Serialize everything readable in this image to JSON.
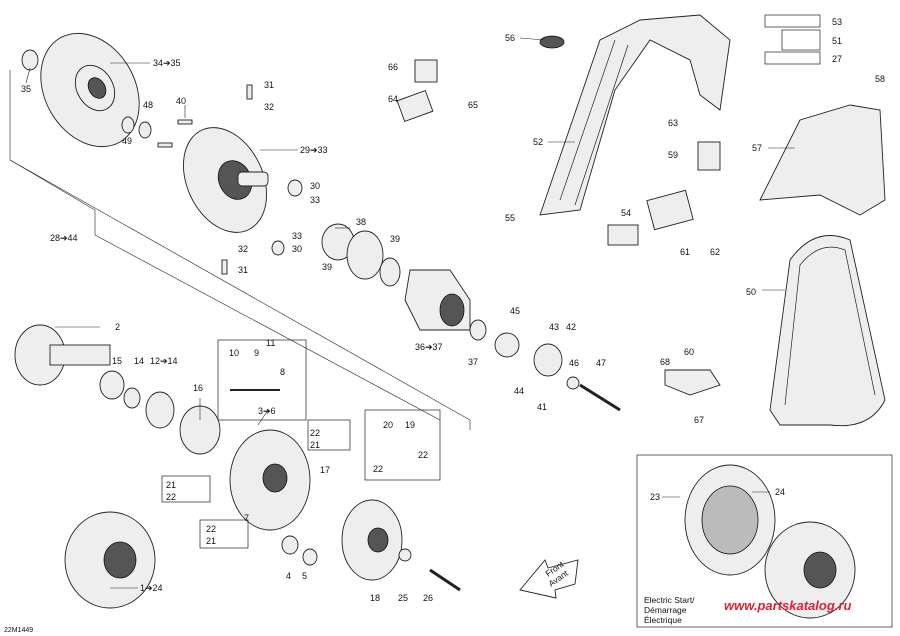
{
  "diagram_code": "22M1449",
  "watermark": "www.partskatalog.ru",
  "direction": {
    "line1": "Front",
    "line2": "Avant"
  },
  "inset_caption": {
    "line1": "Electric Start/",
    "line2": "Démarrage",
    "line3": "Électrique"
  },
  "labels": {
    "l1_24": "1➔24",
    "l2": "2",
    "l3_6": "3➔6",
    "l4": "4",
    "l5": "5",
    "l7": "7",
    "l8": "8",
    "l9": "9",
    "l10": "10",
    "l11": "11",
    "l12_14": "12➔14",
    "l14": "14",
    "l15": "15",
    "l16": "16",
    "l17": "17",
    "l18": "18",
    "l19": "19",
    "l20": "20",
    "l21a": "21",
    "l21b": "21",
    "l21c": "21",
    "l22a": "22",
    "l22b": "22",
    "l22c": "22",
    "l22d": "22",
    "l22e": "22",
    "l23": "23",
    "l24": "24",
    "l25": "25",
    "l26": "26",
    "l27": "27",
    "l28_44": "28➔44",
    "l29_33": "29➔33",
    "l30a": "30",
    "l30b": "30",
    "l31a": "31",
    "l31b": "31",
    "l32a": "32",
    "l32b": "32",
    "l33a": "33",
    "l33b": "33",
    "l34_35": "34➔35",
    "l35": "35",
    "l36_37": "36➔37",
    "l37": "37",
    "l38": "38",
    "l39a": "39",
    "l39b": "39",
    "l40": "40",
    "l41": "41",
    "l42": "42",
    "l43": "43",
    "l44": "44",
    "l45": "45",
    "l46": "46",
    "l47": "47",
    "l48": "48",
    "l49": "49",
    "l50": "50",
    "l51": "51",
    "l52": "52",
    "l53": "53",
    "l54": "54",
    "l55": "55",
    "l56": "56",
    "l57": "57",
    "l58": "58",
    "l59": "59",
    "l60": "60",
    "l61": "61",
    "l62": "62",
    "l63": "63",
    "l64": "64",
    "l65": "65",
    "l66": "66",
    "l67": "67",
    "l68": "68"
  }
}
